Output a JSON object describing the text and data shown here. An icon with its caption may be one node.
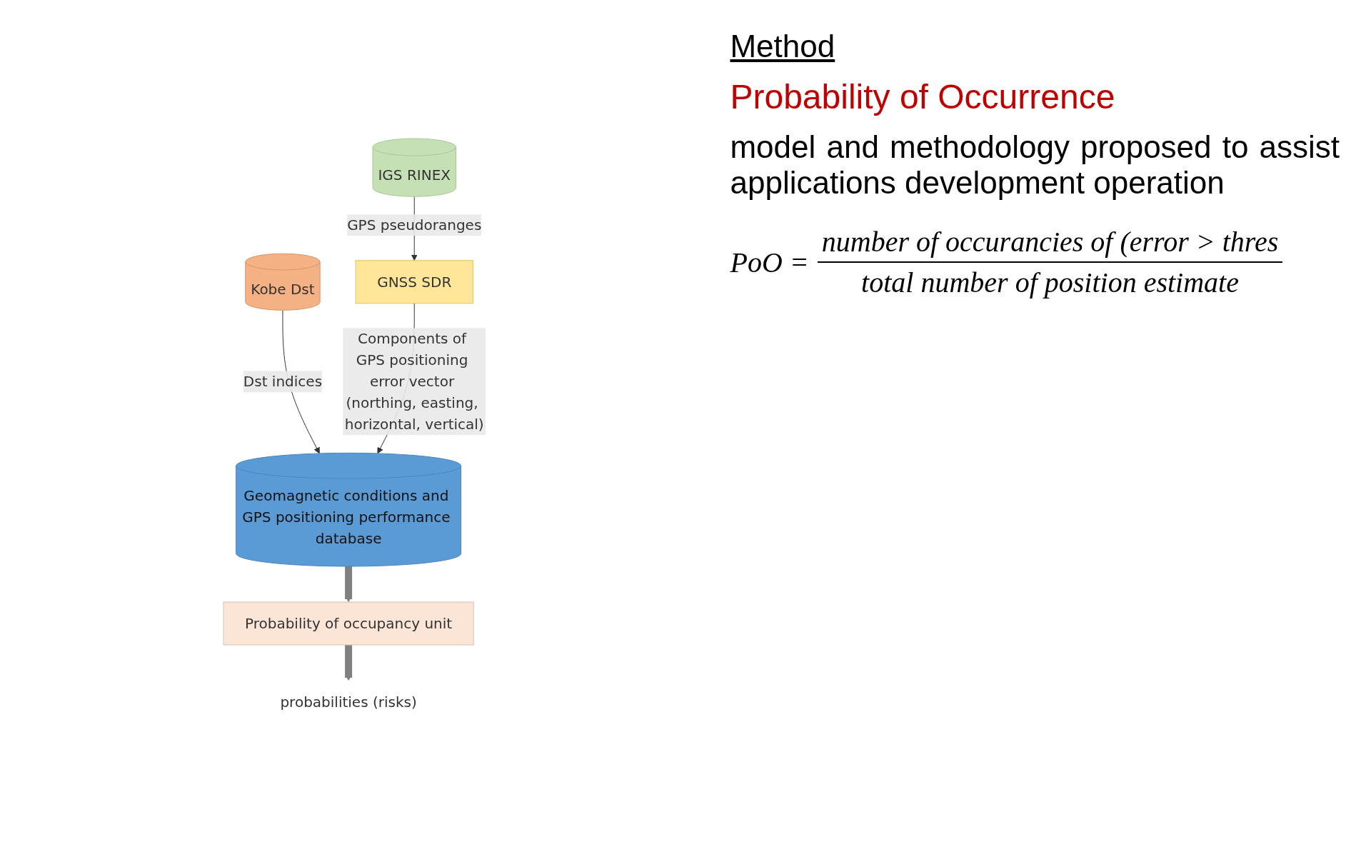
{
  "diagram": {
    "nodes": [
      {
        "text": [
          "IGS RINEX"
        ]
      },
      {
        "text": [
          "Kobe Dst"
        ]
      },
      {
        "text": [
          "GNSS SDR"
        ]
      },
      {
        "text": [
          "probabilities (risks)"
        ]
      },
      {
        "text": [
          "Geomagnetic conditions and GPS positioning performance database"
        ]
      },
      {
        "text": [
          "Probability of occupancy unit"
        ]
      }
    ],
    "edges": [
      {
        "from": 0,
        "to": 2,
        "arrow": "to",
        "label": "GPS pseudoranges"
      },
      {
        "from": 1,
        "to": 4,
        "arrow": "to",
        "label": "Dst indices"
      },
      {
        "from": 2,
        "to": 4,
        "arrow": "to",
        "label": "Components of GPS positioning error vector (northing, easting, horizontal, vertical)"
      },
      {
        "from": 4,
        "to": 5,
        "arrow": "to",
        "style": "thick",
        "color": "#808080"
      },
      {
        "from": 5,
        "to": 3,
        "arrow": "to",
        "style": "thick",
        "color": "#808080"
      }
    ],
    "labels": [
      "Method",
      "Probability of Occurrence",
      "model and methodology proposed to assist applications development operation",
      "PoO =",
      "number of occurancies of (error > thres",
      "total number of position estimate"
    ]
  }
}
